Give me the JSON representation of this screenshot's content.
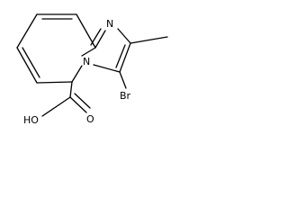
{
  "atoms": {
    "nitrogen_imidazole": "N",
    "nitrogen_bridgehead": "N",
    "bromine": "Br",
    "hydroxyl": "HO",
    "carbonyl_oxygen": "O"
  }
}
